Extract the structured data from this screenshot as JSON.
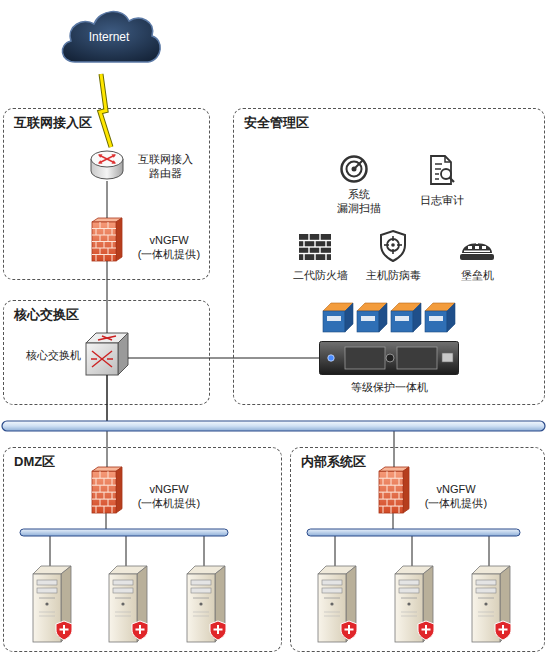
{
  "diagram": {
    "nodes": [
      {
        "text": [
          "Internet"
        ]
      },
      {
        "text": [
          "互联网接入区"
        ]
      },
      {
        "text": [
          "互联网接入 路由器"
        ],
        "in": 1
      },
      {
        "text": [
          "vNGFW (一体机提供)"
        ],
        "in": 1
      },
      {
        "text": [
          "安全管理区"
        ]
      },
      {
        "text": [
          "系统 漏洞扫描"
        ],
        "in": 4
      },
      {
        "text": [
          "日志审计"
        ],
        "in": 4
      },
      {
        "text": [
          "二代防火墙"
        ],
        "in": 4
      },
      {
        "text": [
          "主机防病毒"
        ],
        "in": 4
      },
      {
        "text": [
          "堡垒机"
        ],
        "in": 4
      },
      {
        "text": [
          "等级保护一体机"
        ],
        "in": 4
      },
      {
        "text": [
          "核心交换区"
        ]
      },
      {
        "text": [
          "核心交换机"
        ],
        "in": 11
      },
      {
        "text": [
          "DMZ区"
        ]
      },
      {
        "text": [
          "vNGFW (一体机提供)"
        ],
        "in": 13
      },
      {
        "text": [
          "内部系统区"
        ]
      },
      {
        "text": [
          "vNGFW (一体机提供)"
        ],
        "in": 15
      }
    ],
    "edges": [
      {
        "from": 0,
        "to": 2,
        "arrow": "none"
      },
      {
        "from": 2,
        "to": 3,
        "arrow": "none"
      },
      {
        "from": 3,
        "to": 12,
        "arrow": "none"
      },
      {
        "from": 12,
        "to": 10,
        "arrow": "none"
      },
      {
        "from": 12,
        "to": 14,
        "arrow": "none"
      },
      {
        "from": 12,
        "to": 16,
        "arrow": "none"
      }
    ]
  }
}
